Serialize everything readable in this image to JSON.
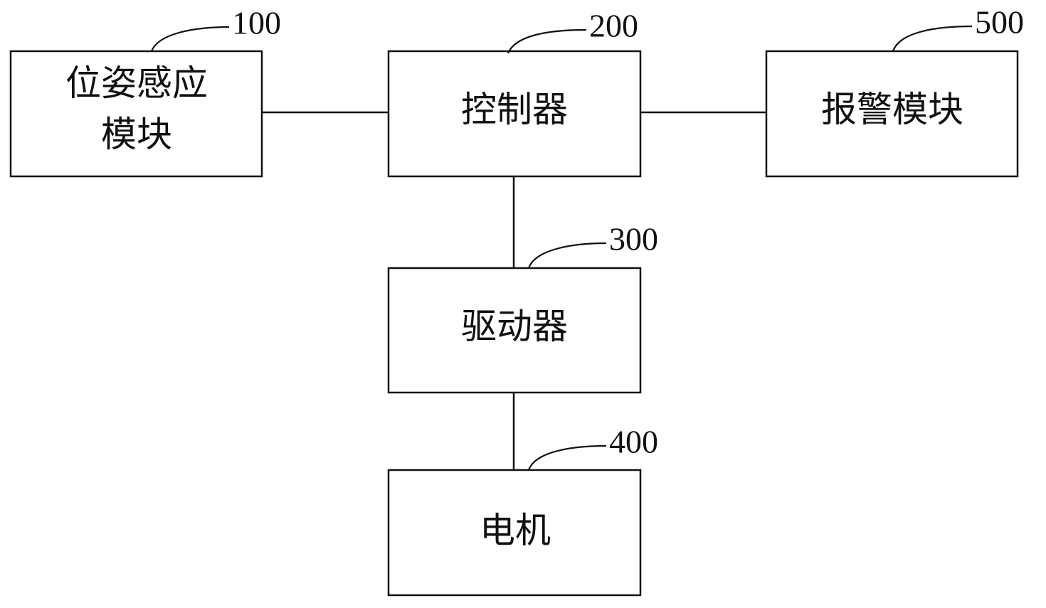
{
  "blocks": {
    "pose_sensing": {
      "ref": "100",
      "line1": "位姿感应",
      "line2": "模块"
    },
    "controller": {
      "ref": "200",
      "label": "控制器"
    },
    "driver": {
      "ref": "300",
      "label": "驱动器"
    },
    "motor": {
      "ref": "400",
      "label": "电机"
    },
    "alarm": {
      "ref": "500",
      "label": "报警模块"
    }
  },
  "connections": [
    [
      "pose_sensing",
      "controller"
    ],
    [
      "controller",
      "alarm"
    ],
    [
      "controller",
      "driver"
    ],
    [
      "driver",
      "motor"
    ]
  ]
}
